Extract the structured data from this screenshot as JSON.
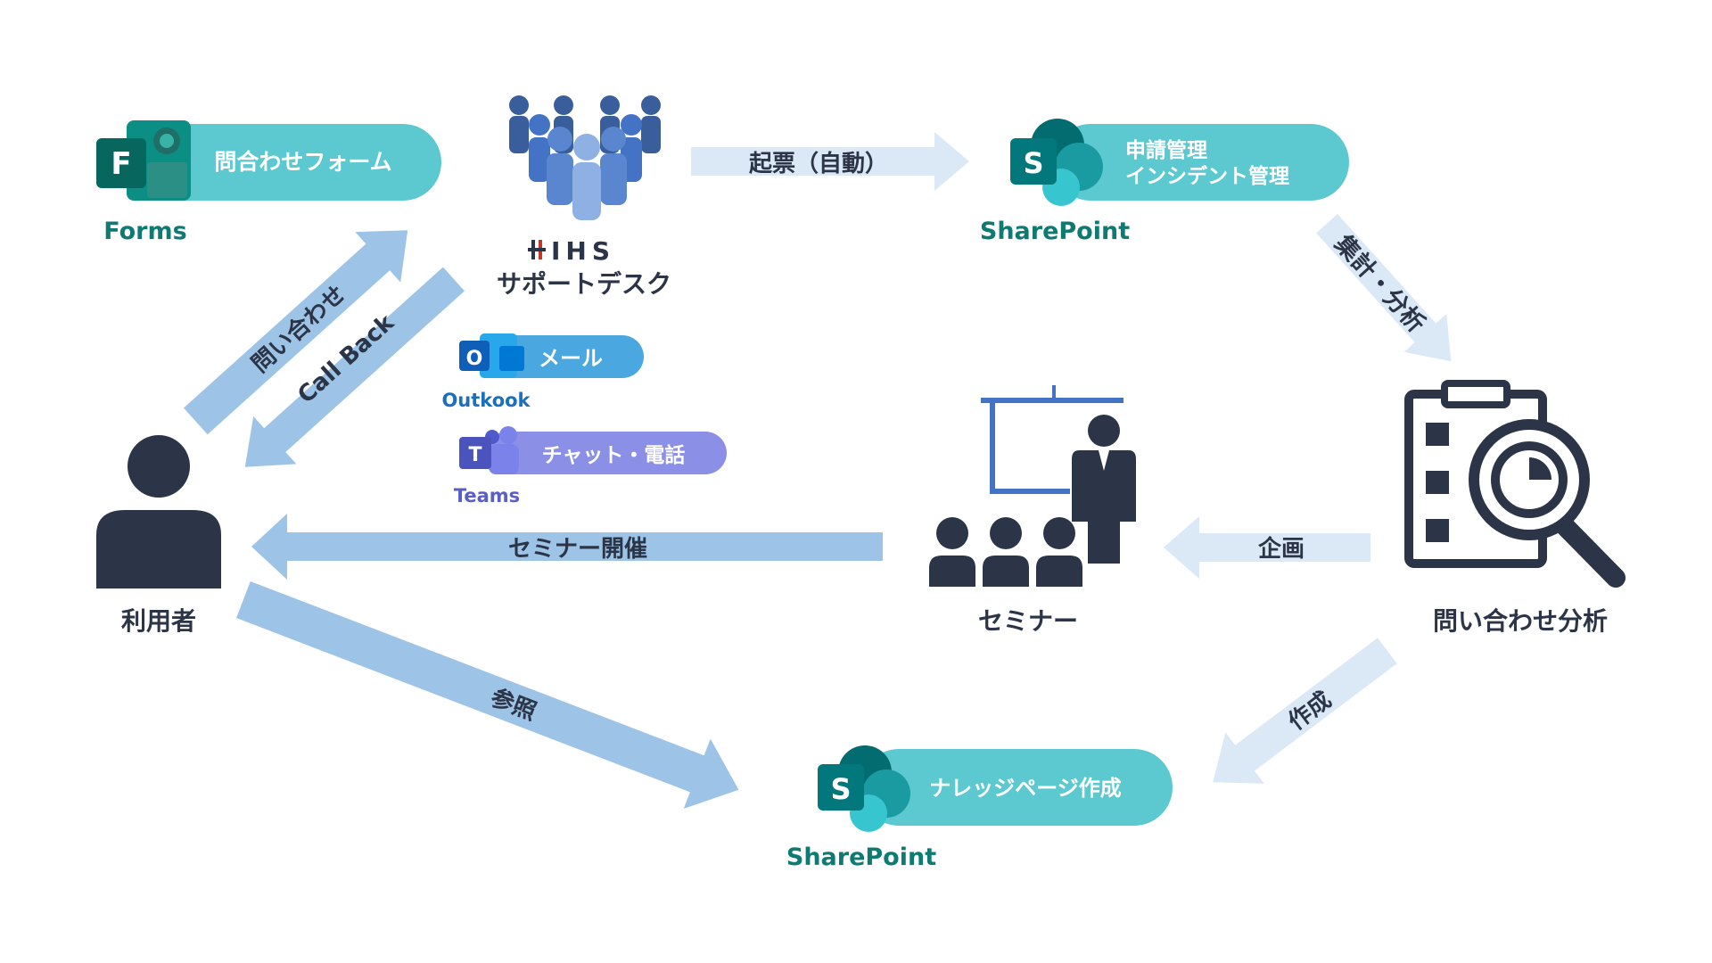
{
  "forms": {
    "pill_label": "問合わせフォーム",
    "app_name": "Forms"
  },
  "helpdesk": {
    "logo_text": "IHS",
    "title": "サポートデスク"
  },
  "ticket_arrow": {
    "label": "起票（自動）"
  },
  "sharepoint_top": {
    "pill_line1": "申請管理",
    "pill_line2": "インシデント管理",
    "app_name": "SharePoint"
  },
  "aggregate_arrow": {
    "label": "集計・分析"
  },
  "inquiry_arrow": {
    "label": "問い合わせ"
  },
  "callback_arrow": {
    "label": "Call Back"
  },
  "outlook": {
    "pill_label": "メール",
    "app_name": "Outkook"
  },
  "teams": {
    "pill_label": "チャット・電話",
    "app_name": "Teams"
  },
  "user": {
    "label": "利用者"
  },
  "seminar_arrow": {
    "label": "セミナー開催"
  },
  "seminar": {
    "label": "セミナー"
  },
  "plan_arrow": {
    "label": "企画"
  },
  "analysis": {
    "label": "問い合わせ分析"
  },
  "reference_arrow": {
    "label": "参照"
  },
  "create_arrow": {
    "label": "作成"
  },
  "sharepoint_bottom": {
    "pill_label": "ナレッジページ作成",
    "app_name": "SharePoint"
  },
  "colors": {
    "teal_pill": "#5cc8cf",
    "teal_text": "#0f7a72",
    "outlook_pill": "#4aa7e0",
    "outlook_text": "#1a6fbf",
    "teams_pill": "#8b8fe6",
    "teams_text": "#5a5fc7",
    "arrow_strong": "#9dc3e6",
    "arrow_light": "#dbe8f5",
    "navy": "#2c3547",
    "people_blue": "#3f6bb5"
  }
}
